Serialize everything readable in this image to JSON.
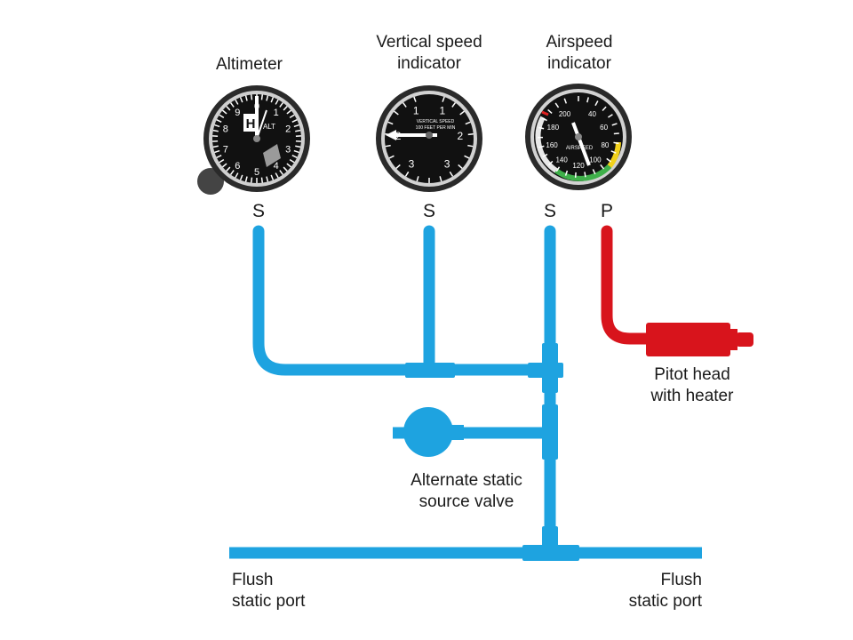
{
  "instruments": {
    "altimeter": {
      "title": "Altimeter",
      "dial_numbers": [
        "0",
        "1",
        "2",
        "3",
        "4",
        "5",
        "6",
        "7",
        "8",
        "9"
      ],
      "window_letter": "H",
      "face_text": "ALT"
    },
    "vsi": {
      "title_line1": "Vertical speed",
      "title_line2": "indicator",
      "dial_numbers": [
        "1",
        "2",
        "3",
        "1",
        "2",
        "3"
      ],
      "face_text_line1": "VERTICAL SPEED",
      "face_text_line2": "100 FEET PER MIN"
    },
    "asi": {
      "title_line1": "Airspeed",
      "title_line2": "indicator",
      "dial_numbers": [
        "40",
        "60",
        "80",
        "100",
        "120",
        "140",
        "160",
        "180",
        "200"
      ],
      "face_text": "AIRSPEED"
    }
  },
  "ports": {
    "altimeter": "S",
    "vsi": "S",
    "asi_static": "S",
    "asi_pitot": "P"
  },
  "components": {
    "pitot_head_line1": "Pitot head",
    "pitot_head_line2": "with heater",
    "alt_valve_line1": "Alternate static",
    "alt_valve_line2": "source valve",
    "flush_left_line1": "Flush",
    "flush_left_line2": "static port",
    "flush_right_line1": "Flush",
    "flush_right_line2": "static port"
  },
  "colors": {
    "static_line": "#1ea3e0",
    "pitot_line": "#d8141c",
    "gauge_bezel": "#3a3a3a",
    "gauge_face": "#111111"
  }
}
